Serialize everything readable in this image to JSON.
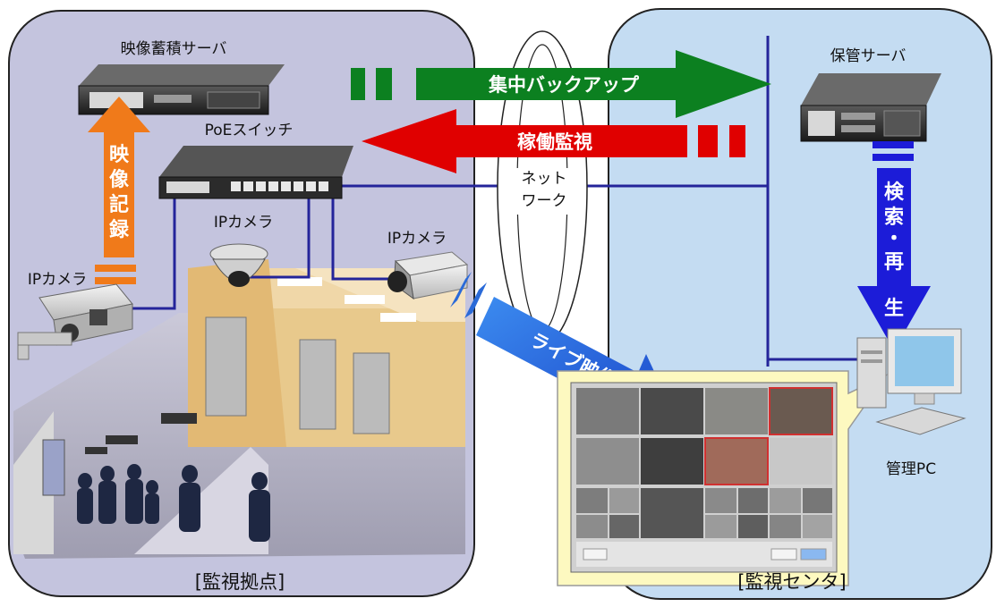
{
  "regions": {
    "site_label": "[監視拠点]",
    "center_label": "[監視センタ]"
  },
  "network_label": [
    "ネット",
    "ワーク"
  ],
  "devices": {
    "storage_server": "映像蓄積サーバ",
    "poe_switch": "PoEスイッチ",
    "archive_server": "保管サーバ",
    "ip_camera": "IPカメラ",
    "admin_pc": "管理PC"
  },
  "arrows": {
    "backup": "集中バックアップ",
    "monitoring": "稼働監視",
    "record": [
      "映",
      "像",
      "記",
      "録"
    ],
    "search": [
      "検",
      "索",
      "・",
      "再",
      "生"
    ],
    "live": "ライブ映像"
  },
  "colors": {
    "site_bg": "#c4c4de",
    "center_bg": "#c4dcf2",
    "network_line": "#24249a",
    "backup_arrow": "#0c8020",
    "monitoring_arrow": "#e00000",
    "record_arrow": "#f07a1a",
    "search_arrow": "#1c1cd8",
    "live_arrow": "#2a6ad8",
    "callout": "#fdf9c0"
  }
}
